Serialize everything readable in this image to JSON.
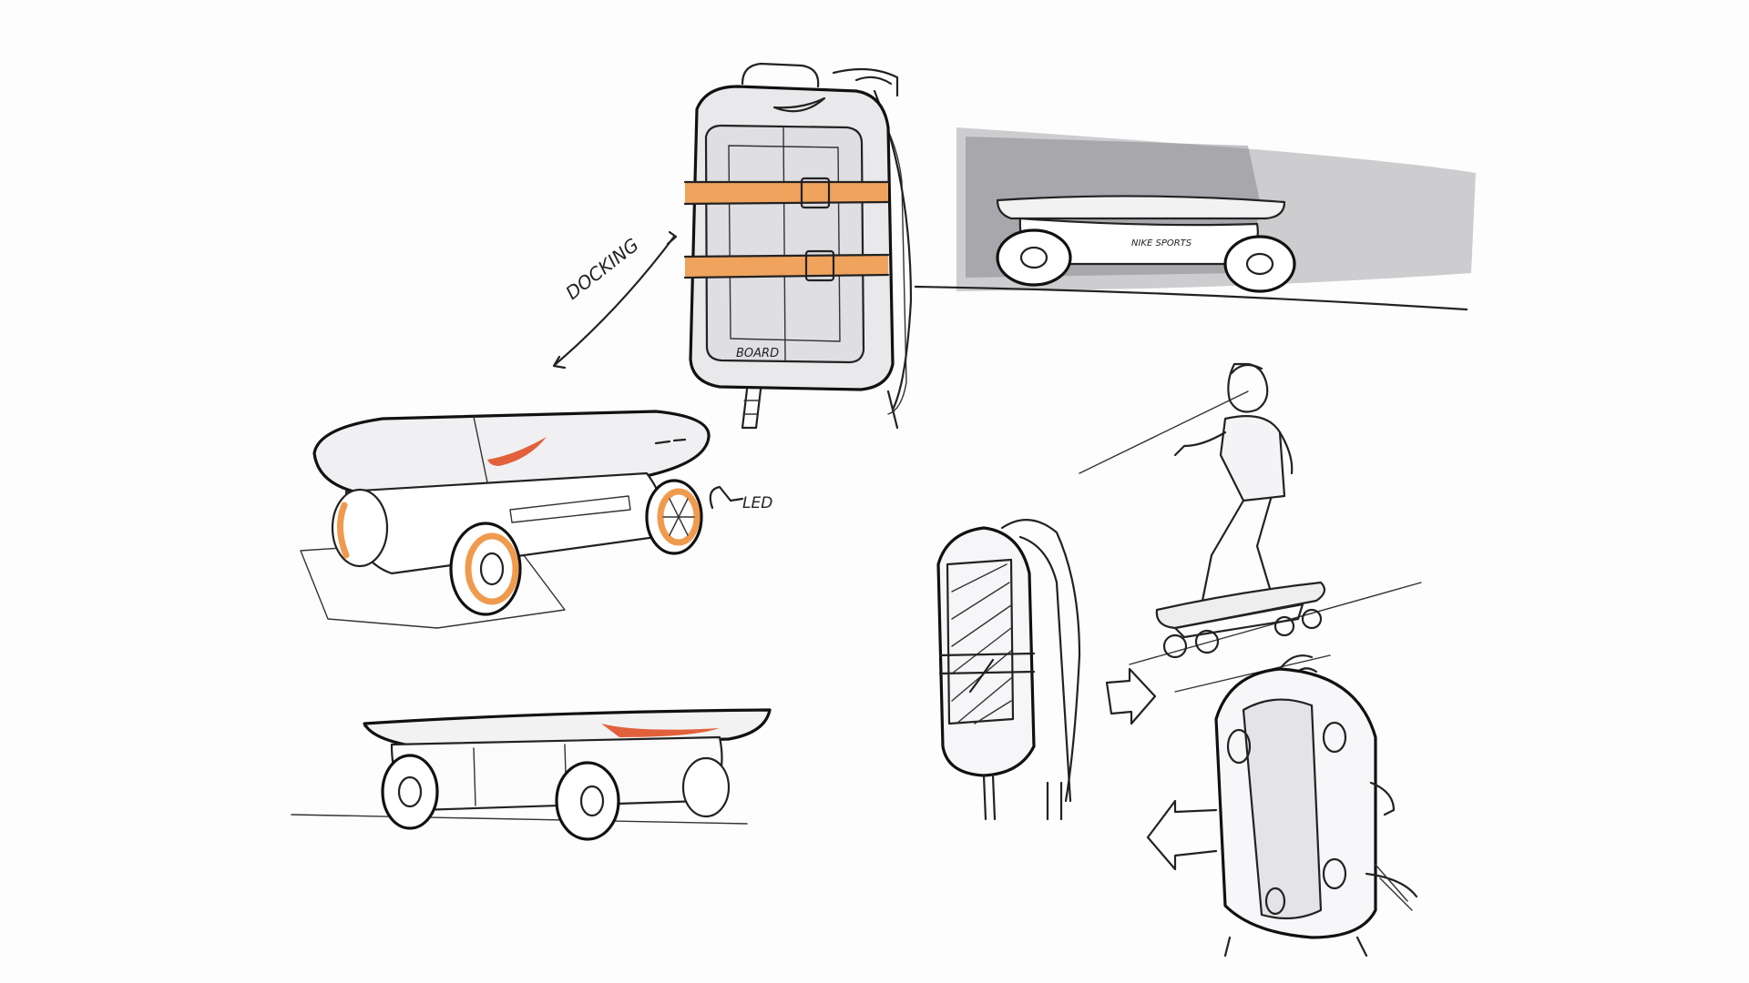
{
  "annotations": {
    "docking": "DOCKING",
    "led": "LED",
    "board_brand": "BOARD",
    "side_text": "NIKE SPORTS"
  },
  "colors": {
    "ink": "#222222",
    "accent_orange": "#f09a4e",
    "marker_grey": "#8d8d92",
    "paper": "#fdfdfd"
  }
}
